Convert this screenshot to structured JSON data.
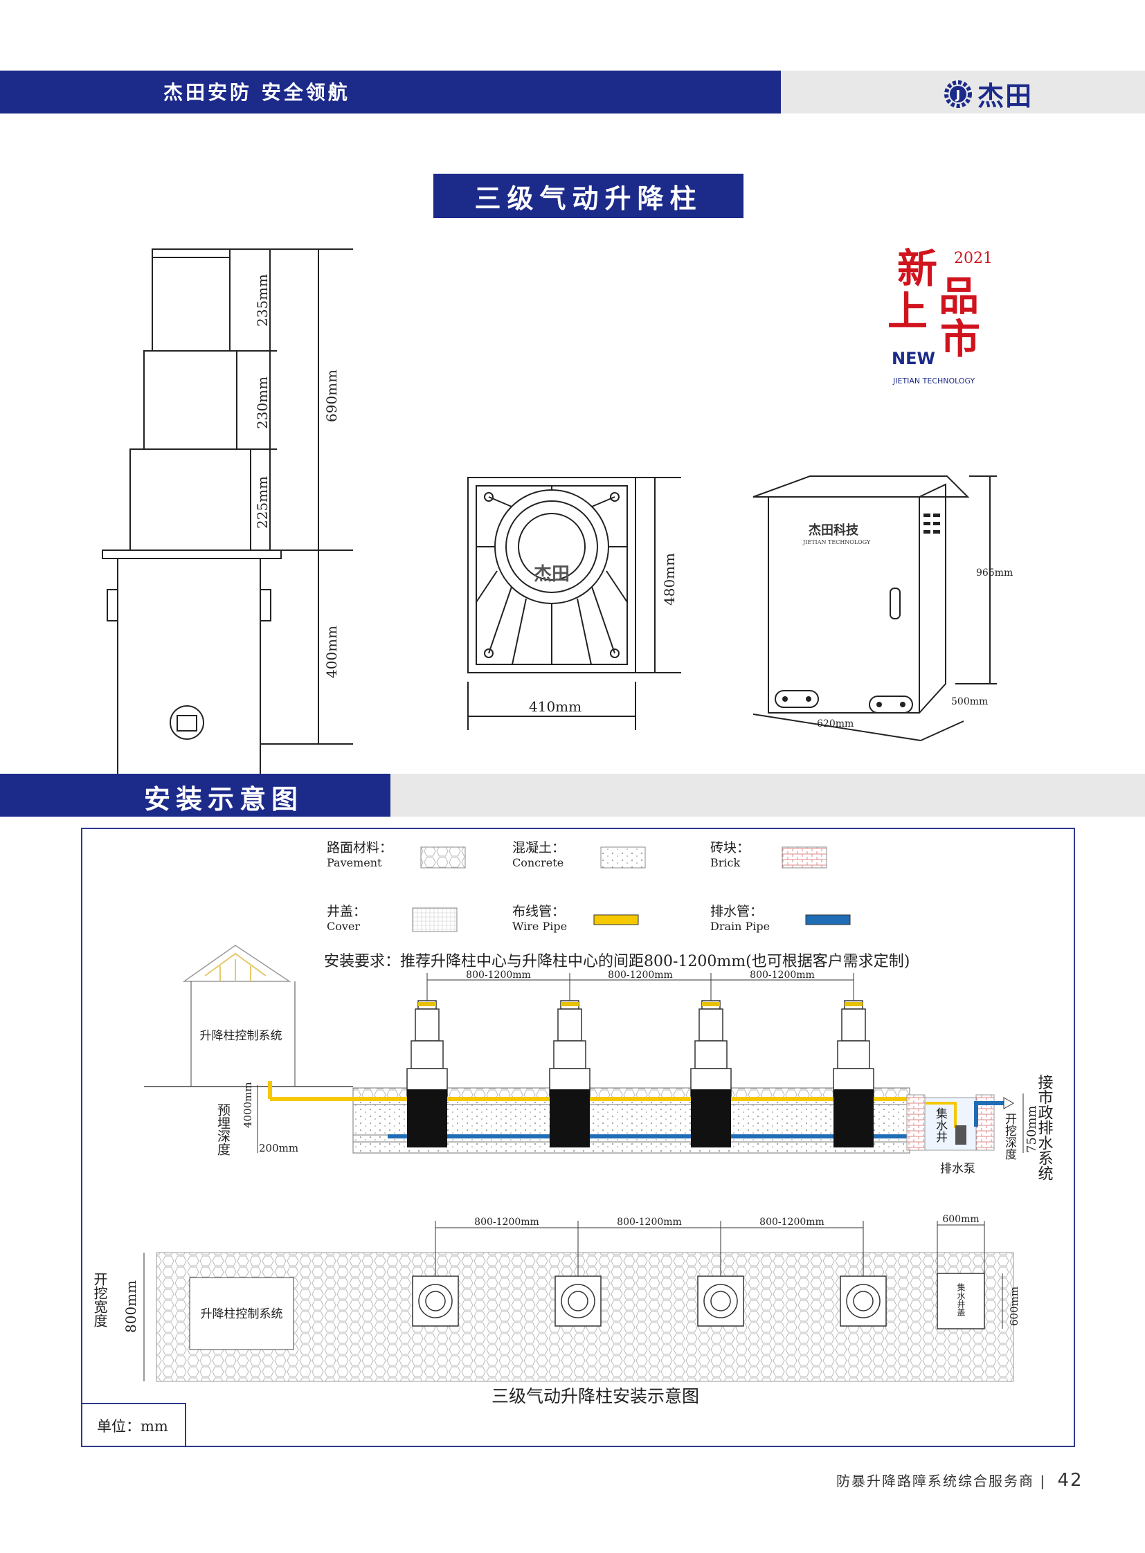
{
  "header": {
    "slogan": "杰田安防 安全领航",
    "brand": "杰田",
    "colors": {
      "navy": "#1c2a8a",
      "grey": "#e8e8e8"
    }
  },
  "product_title": "三级气动升降柱",
  "elevation": {
    "dims": [
      "235mm",
      "230mm",
      "225mm",
      "690mm",
      "400mm"
    ]
  },
  "badge": {
    "big_char_1": "新",
    "big_char_2": "品",
    "big_char_3": "上",
    "big_char_4": "市",
    "year": "2021",
    "new": "NEW",
    "company": "JIETIAN TECHNOLOGY"
  },
  "top_view": {
    "brand": "杰田",
    "height": "480mm",
    "width": "410mm"
  },
  "cabinet": {
    "brand_cn": "杰田科技",
    "brand_en": "JIETIAN TECHNOLOGY",
    "height": "965mm",
    "depth": "500mm",
    "width": "620mm"
  },
  "install_section_title": "安装示意图",
  "legend": [
    {
      "cn": "路面材料：",
      "en": "Pavement"
    },
    {
      "cn": "混凝土：",
      "en": "Concrete"
    },
    {
      "cn": "砖块：",
      "en": "Brick"
    },
    {
      "cn": "井盖：",
      "en": "Cover"
    },
    {
      "cn": "布线管：",
      "en": "Wire Pipe"
    },
    {
      "cn": "排水管：",
      "en": "Drain Pipe"
    }
  ],
  "requirement": "安装要求：推荐升降柱中心与升降柱中心的间距800-1200mm(也可根据客户需求定制)",
  "spacing": "800-1200mm",
  "control_system": "升降柱控制系统",
  "dims": {
    "embed": "4000mm",
    "base": "200mm",
    "trench": "750mm",
    "well": "600mm",
    "width": "800mm"
  },
  "labels": {
    "embed_depth": "预埋深度",
    "sump": "集水井",
    "dig_depth": "开挖深度",
    "pump": "排水泵",
    "municipal": "接市政排水系统",
    "dig_width": "开挖宽度",
    "sump_cover": "集水井盖"
  },
  "diagram_caption": "三级气动升降柱安装示意图",
  "unit": "单位：mm",
  "footer": {
    "text": "防暴升降路障系统综合服务商",
    "page": "42"
  }
}
